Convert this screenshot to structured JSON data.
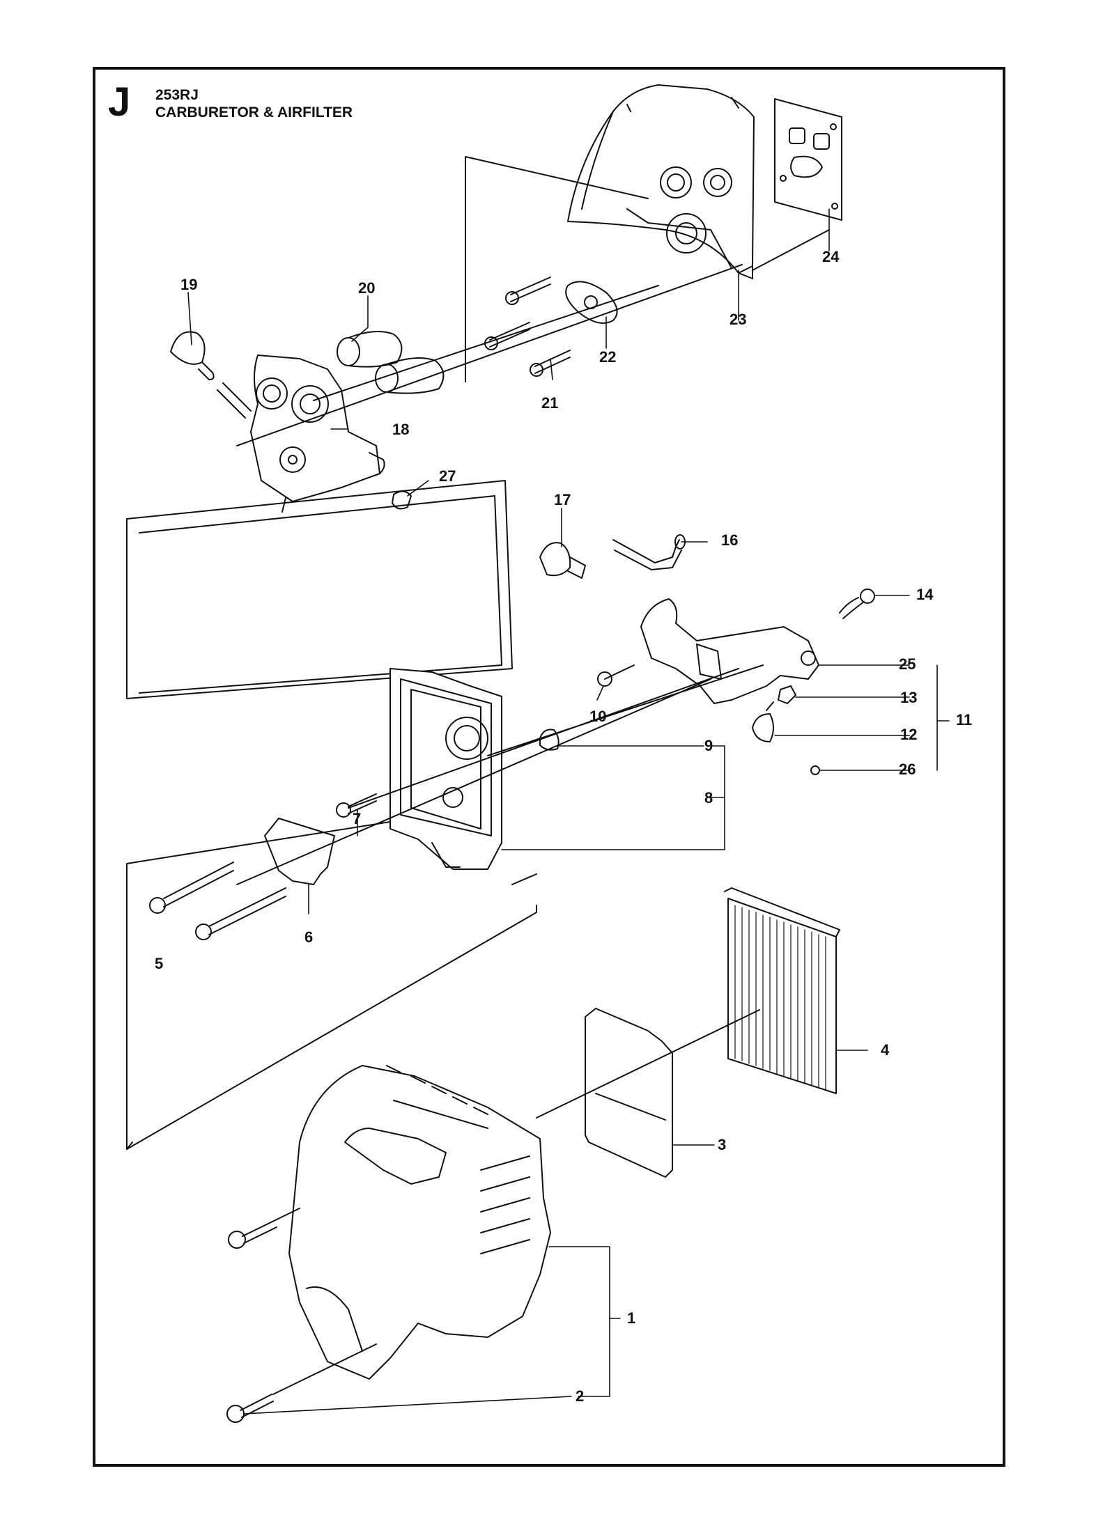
{
  "header": {
    "section_letter": "J",
    "model": "253RJ",
    "title": "CARBURETOR & AIRFILTER"
  },
  "callouts": [
    {
      "id": "1",
      "label": "1"
    },
    {
      "id": "2",
      "label": "2"
    },
    {
      "id": "3",
      "label": "3"
    },
    {
      "id": "4",
      "label": "4"
    },
    {
      "id": "5",
      "label": "5"
    },
    {
      "id": "6",
      "label": "6"
    },
    {
      "id": "7",
      "label": "7"
    },
    {
      "id": "8",
      "label": "8"
    },
    {
      "id": "9",
      "label": "9"
    },
    {
      "id": "10",
      "label": "10"
    },
    {
      "id": "11",
      "label": "11"
    },
    {
      "id": "12",
      "label": "12"
    },
    {
      "id": "13",
      "label": "13"
    },
    {
      "id": "14",
      "label": "14"
    },
    {
      "id": "16",
      "label": "16"
    },
    {
      "id": "17",
      "label": "17"
    },
    {
      "id": "18",
      "label": "18"
    },
    {
      "id": "19",
      "label": "19"
    },
    {
      "id": "20",
      "label": "20"
    },
    {
      "id": "21",
      "label": "21"
    },
    {
      "id": "22",
      "label": "22"
    },
    {
      "id": "23",
      "label": "23"
    },
    {
      "id": "24",
      "label": "24"
    },
    {
      "id": "25",
      "label": "25"
    },
    {
      "id": "26",
      "label": "26"
    },
    {
      "id": "27",
      "label": "27"
    }
  ]
}
